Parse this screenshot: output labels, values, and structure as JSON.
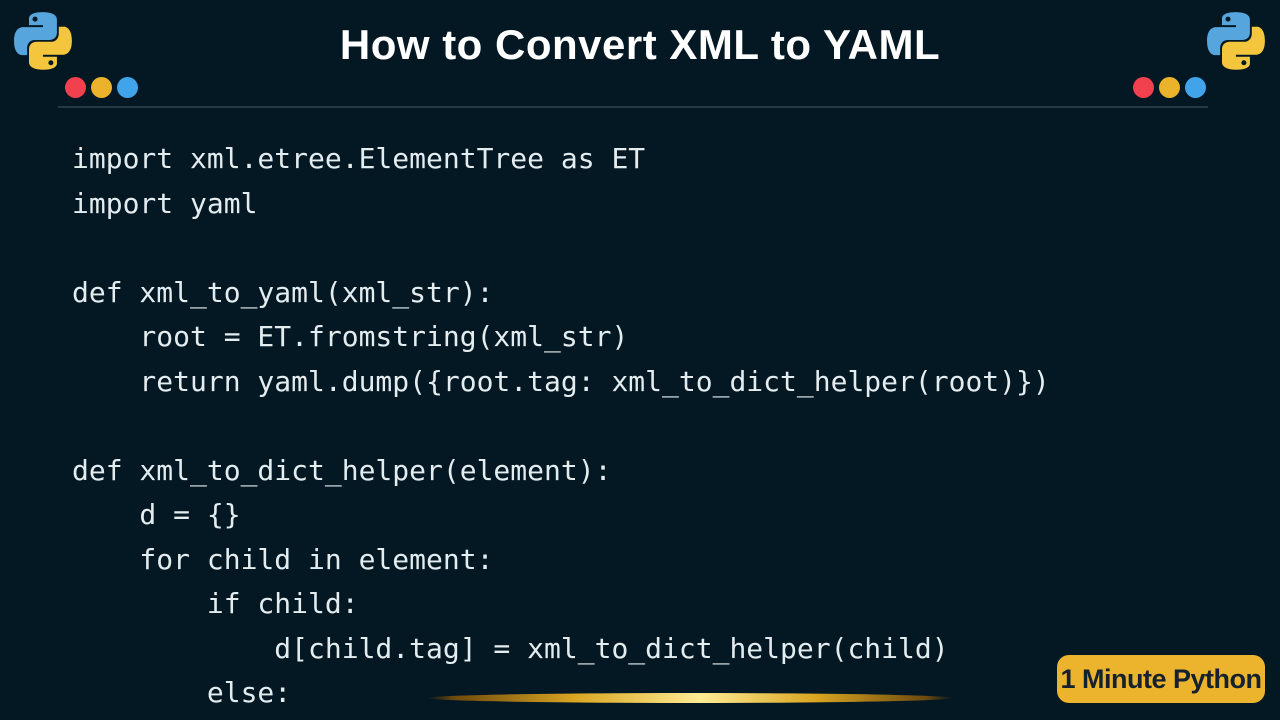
{
  "header": {
    "title": "How to Convert XML to YAML",
    "logo_left_icon": "python-logo",
    "logo_right_icon": "python-logo",
    "window_dots": [
      "red",
      "yellow",
      "blue"
    ]
  },
  "code": {
    "language": "python",
    "lines": [
      "import xml.etree.ElementTree as ET",
      "import yaml",
      "",
      "def xml_to_yaml(xml_str):",
      "    root = ET.fromstring(xml_str)",
      "    return yaml.dump({root.tag: xml_to_dict_helper(root)})",
      "",
      "def xml_to_dict_helper(element):",
      "    d = {}",
      "    for child in element:",
      "        if child:",
      "            d[child.tag] = xml_to_dict_helper(child)",
      "        else:"
    ]
  },
  "badge": {
    "label": "1 Minute Python"
  },
  "colors": {
    "bg": "#041823",
    "title": "#ffffff",
    "code-text": "#e3ecef",
    "header-line": "#243942",
    "dot-red": "#f2414e",
    "dot-yellow": "#ebb32b",
    "dot-blue": "#41a4ea",
    "python-blue": "#57a5dd",
    "python-yellow": "#f3c63d",
    "badge-bg": "#ecb42d",
    "badge-text": "#15222e",
    "gold-dark": "#6e4a0d",
    "gold-mid": "#d9a521",
    "gold-bright": "#ffeb94"
  }
}
